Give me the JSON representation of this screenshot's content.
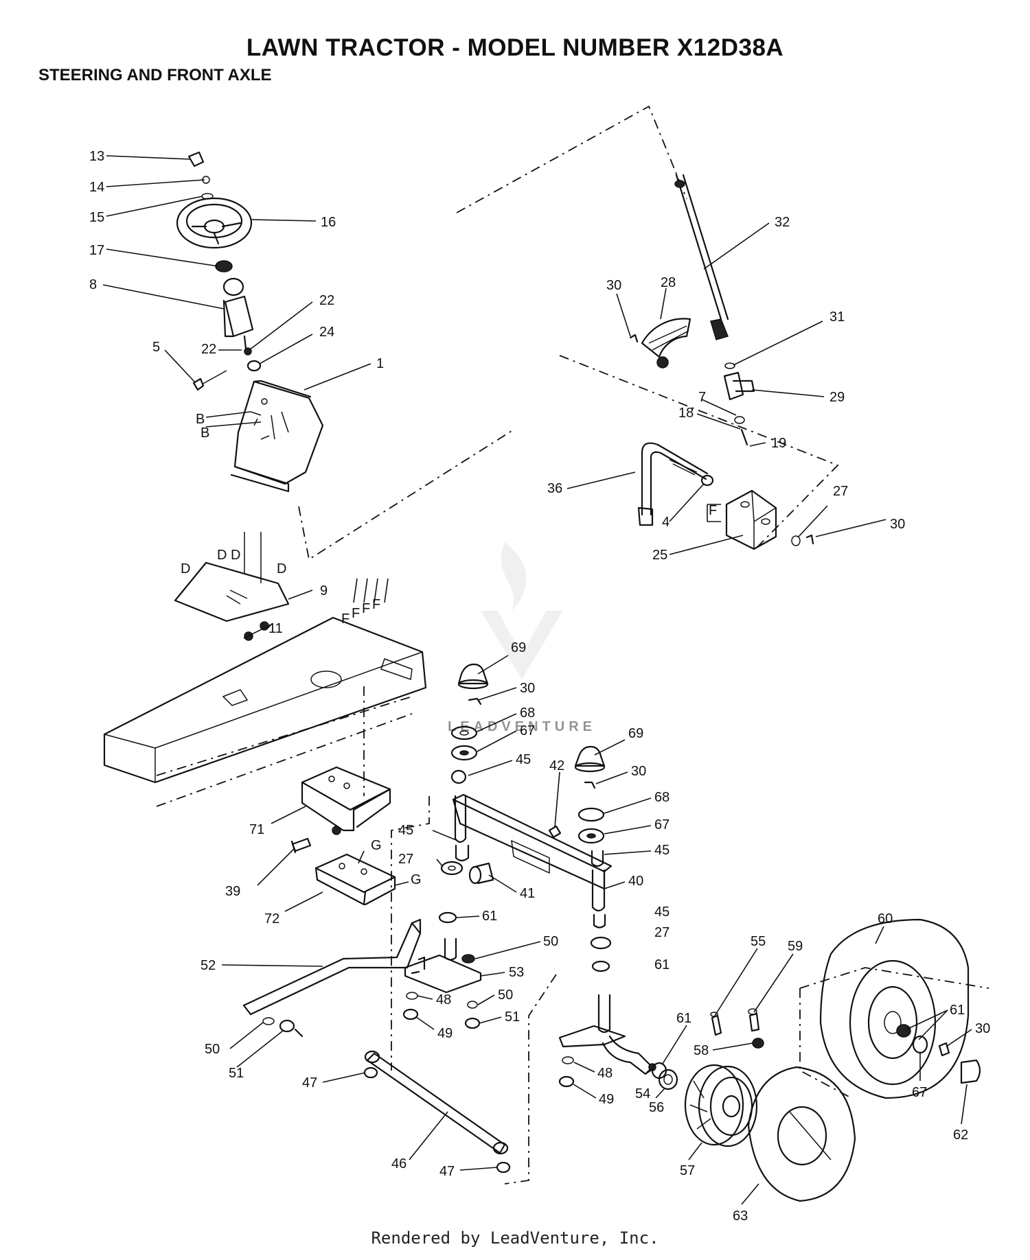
{
  "header": {
    "title": "LAWN TRACTOR - MODEL NUMBER X12D38A",
    "subtitle": "STEERING AND FRONT AXLE"
  },
  "watermark": "LEADVENTURE",
  "footer": "Rendered by LeadVenture, Inc.",
  "callouts": [
    {
      "id": "c13",
      "label": "13"
    },
    {
      "id": "c14",
      "label": "14"
    },
    {
      "id": "c15",
      "label": "15"
    },
    {
      "id": "c16",
      "label": "16"
    },
    {
      "id": "c17",
      "label": "17"
    },
    {
      "id": "c8",
      "label": "8"
    },
    {
      "id": "c22a",
      "label": "22"
    },
    {
      "id": "c22b",
      "label": "22"
    },
    {
      "id": "c24",
      "label": "24"
    },
    {
      "id": "c5",
      "label": "5"
    },
    {
      "id": "c1",
      "label": "1"
    },
    {
      "id": "cB1",
      "label": "B"
    },
    {
      "id": "cB2",
      "label": "B"
    },
    {
      "id": "cD1",
      "label": "D"
    },
    {
      "id": "cD2",
      "label": "D"
    },
    {
      "id": "cD3",
      "label": "D"
    },
    {
      "id": "cD4",
      "label": "D"
    },
    {
      "id": "c9",
      "label": "9"
    },
    {
      "id": "c11",
      "label": "11"
    },
    {
      "id": "cF1",
      "label": "F"
    },
    {
      "id": "cF2",
      "label": "F"
    },
    {
      "id": "cF3",
      "label": "F"
    },
    {
      "id": "cF4",
      "label": "F"
    },
    {
      "id": "c32",
      "label": "32"
    },
    {
      "id": "c30a",
      "label": "30"
    },
    {
      "id": "c28",
      "label": "28"
    },
    {
      "id": "c31",
      "label": "31"
    },
    {
      "id": "c29",
      "label": "29"
    },
    {
      "id": "c7",
      "label": "7"
    },
    {
      "id": "c18",
      "label": "18"
    },
    {
      "id": "c19",
      "label": "19"
    },
    {
      "id": "c36",
      "label": "36"
    },
    {
      "id": "c4",
      "label": "4"
    },
    {
      "id": "cF5",
      "label": "F"
    },
    {
      "id": "c27a",
      "label": "27"
    },
    {
      "id": "c30b",
      "label": "30"
    },
    {
      "id": "c25",
      "label": "25"
    },
    {
      "id": "c69a",
      "label": "69"
    },
    {
      "id": "c30c",
      "label": "30"
    },
    {
      "id": "c68a",
      "label": "68"
    },
    {
      "id": "c67a",
      "label": "67"
    },
    {
      "id": "c45a",
      "label": "45"
    },
    {
      "id": "c69b",
      "label": "69"
    },
    {
      "id": "c30d",
      "label": "30"
    },
    {
      "id": "c42",
      "label": "42"
    },
    {
      "id": "c68b",
      "label": "68"
    },
    {
      "id": "c67b",
      "label": "67"
    },
    {
      "id": "c45b",
      "label": "45"
    },
    {
      "id": "c71",
      "label": "71"
    },
    {
      "id": "c45c",
      "label": "45"
    },
    {
      "id": "cG1",
      "label": "G"
    },
    {
      "id": "c27b",
      "label": "27"
    },
    {
      "id": "c40",
      "label": "40"
    },
    {
      "id": "c39",
      "label": "39"
    },
    {
      "id": "cG2",
      "label": "G"
    },
    {
      "id": "c41",
      "label": "41"
    },
    {
      "id": "c72",
      "label": "72"
    },
    {
      "id": "c61a",
      "label": "61"
    },
    {
      "id": "c45d",
      "label": "45"
    },
    {
      "id": "c27c",
      "label": "27"
    },
    {
      "id": "c60",
      "label": "60"
    },
    {
      "id": "c50a",
      "label": "50"
    },
    {
      "id": "c61b",
      "label": "61"
    },
    {
      "id": "c52",
      "label": "52"
    },
    {
      "id": "c53",
      "label": "53"
    },
    {
      "id": "c55",
      "label": "55"
    },
    {
      "id": "c59",
      "label": "59"
    },
    {
      "id": "c48a",
      "label": "48"
    },
    {
      "id": "c50b",
      "label": "50"
    },
    {
      "id": "c51a",
      "label": "51"
    },
    {
      "id": "c49a",
      "label": "49"
    },
    {
      "id": "c61c",
      "label": "61"
    },
    {
      "id": "c61d",
      "label": "61"
    },
    {
      "id": "c30e",
      "label": "30"
    },
    {
      "id": "c58",
      "label": "58"
    },
    {
      "id": "c50c",
      "label": "50"
    },
    {
      "id": "c51b",
      "label": "51"
    },
    {
      "id": "c47a",
      "label": "47"
    },
    {
      "id": "c48b",
      "label": "48"
    },
    {
      "id": "c49b",
      "label": "49"
    },
    {
      "id": "c54",
      "label": "54"
    },
    {
      "id": "c56",
      "label": "56"
    },
    {
      "id": "c67c",
      "label": "67"
    },
    {
      "id": "c62",
      "label": "62"
    },
    {
      "id": "c46",
      "label": "46"
    },
    {
      "id": "c47b",
      "label": "47"
    },
    {
      "id": "c57",
      "label": "57"
    },
    {
      "id": "c63",
      "label": "63"
    }
  ]
}
